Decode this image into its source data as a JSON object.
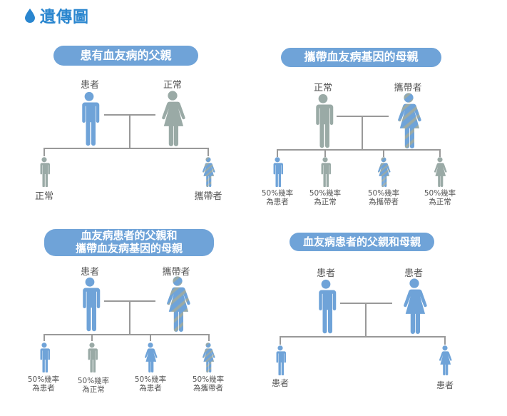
{
  "header": {
    "title": "遺傳圖",
    "icon": "water-drop-icon",
    "accent_color": "#2a86cf"
  },
  "colors": {
    "patient": "#6fa3d8",
    "normal": "#9aaaa6",
    "carrier_stripe": "#9aaaa6",
    "line": "#999999",
    "pill": "#6fa3d8"
  },
  "panels": [
    {
      "title": "患有血友病的父親",
      "father": {
        "label": "患者",
        "status": "patient"
      },
      "mother": {
        "label": "正常",
        "status": "normal"
      },
      "children": [
        {
          "sex": "male",
          "status": "normal",
          "label": "正常"
        },
        {
          "sex": "female",
          "status": "carrier",
          "label": "攜帶者"
        }
      ]
    },
    {
      "title": "攜帶血友病基因的母親",
      "father": {
        "label": "正常",
        "status": "normal"
      },
      "mother": {
        "label": "攜帶者",
        "status": "carrier"
      },
      "children": [
        {
          "sex": "male",
          "status": "patient",
          "label": "50%幾率\n為患者"
        },
        {
          "sex": "male",
          "status": "normal",
          "label": "50%幾率\n為正常"
        },
        {
          "sex": "female",
          "status": "carrier",
          "label": "50%幾率\n為攜帶者"
        },
        {
          "sex": "female",
          "status": "normal",
          "label": "50%幾率\n為正常"
        }
      ]
    },
    {
      "title_line1": "血友病患者的父親和",
      "title_line2": "攜帶血友病基因的母親",
      "father": {
        "label": "患者",
        "status": "patient"
      },
      "mother": {
        "label": "攜帶者",
        "status": "carrier"
      },
      "children": [
        {
          "sex": "male",
          "status": "patient",
          "label": "50%幾率\n為患者"
        },
        {
          "sex": "male",
          "status": "normal",
          "label": "50%幾率\n為正常"
        },
        {
          "sex": "female",
          "status": "patient",
          "label": "50%幾率\n為患者"
        },
        {
          "sex": "female",
          "status": "carrier",
          "label": "50%幾率\n為攜帶者"
        }
      ]
    },
    {
      "title": "血友病患者的父親和母親",
      "father": {
        "label": "患者",
        "status": "patient"
      },
      "mother": {
        "label": "患者",
        "status": "patient"
      },
      "children": [
        {
          "sex": "male",
          "status": "patient",
          "label": "患者"
        },
        {
          "sex": "female",
          "status": "patient",
          "label": "患者"
        }
      ]
    }
  ]
}
